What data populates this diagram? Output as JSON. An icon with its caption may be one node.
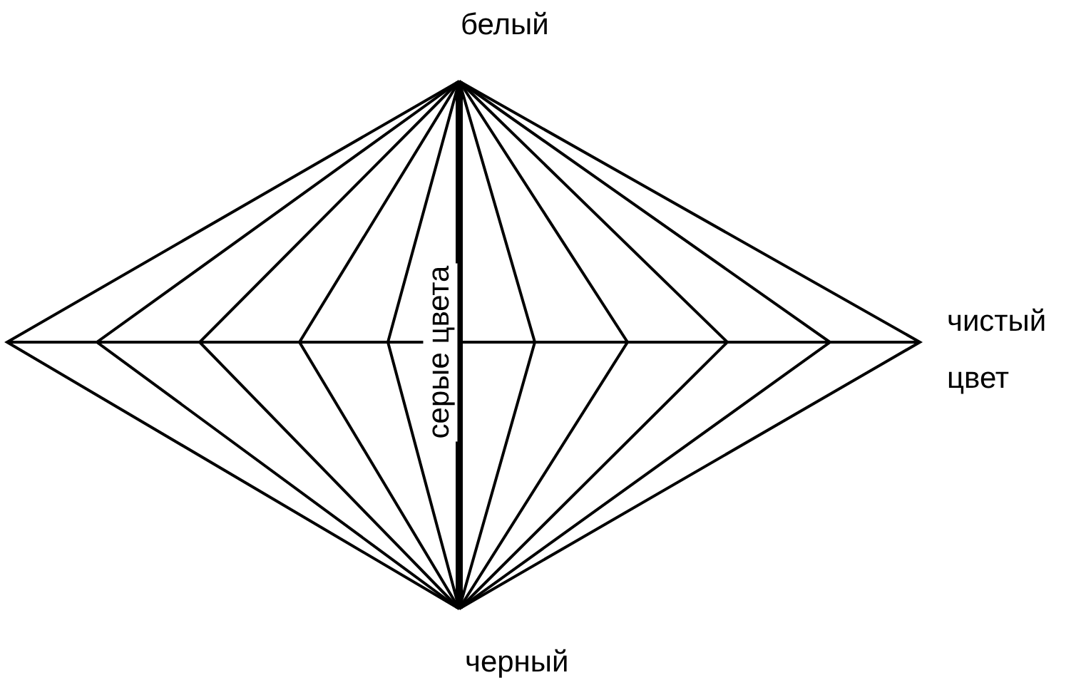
{
  "diagram": {
    "labels": [
      "белый",
      "серые цвета",
      "чистый цвет",
      "черный"
    ]
  }
}
